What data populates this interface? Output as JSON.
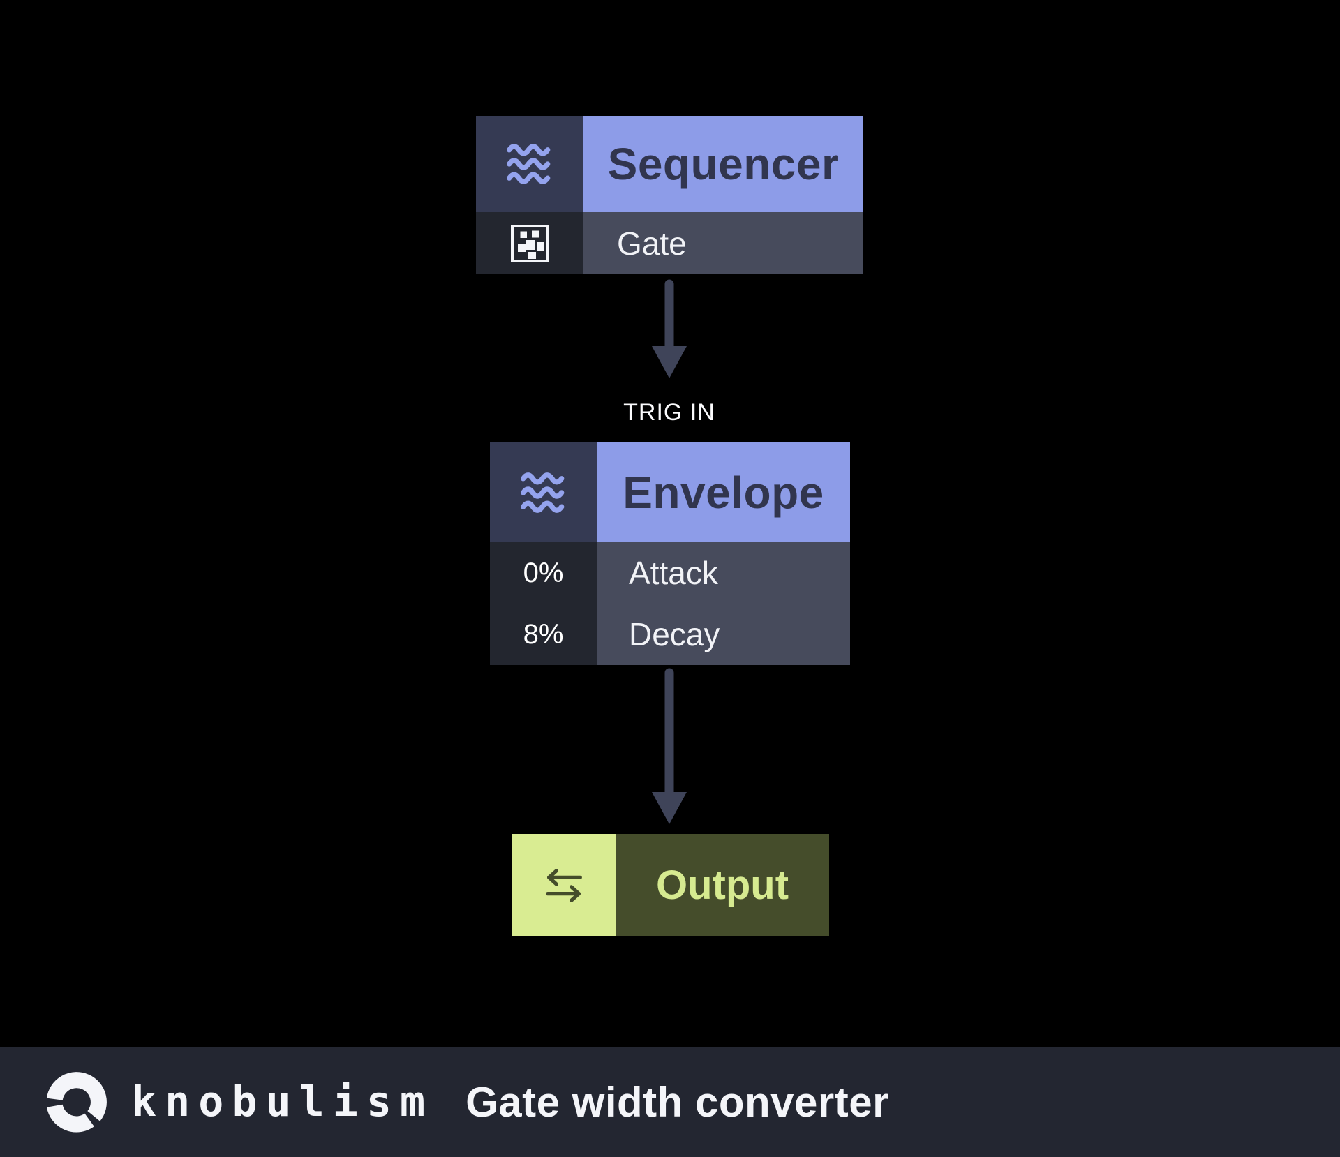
{
  "app": {
    "brand": "knobulism",
    "page_title": "Gate width converter",
    "logo_icon": "knob-logo-icon"
  },
  "diagram": {
    "nodes": [
      {
        "id": "sequencer",
        "title": "Sequencer",
        "icon": "waves-icon",
        "ports": [
          {
            "icon": "checker-pattern-icon",
            "label": "Gate"
          }
        ]
      },
      {
        "id": "envelope",
        "title": "Envelope",
        "icon": "waves-icon",
        "params": [
          {
            "value": "0%",
            "label": "Attack"
          },
          {
            "value": "8%",
            "label": "Decay"
          }
        ]
      },
      {
        "id": "output",
        "title": "Output",
        "icon": "transfer-arrows-icon"
      }
    ],
    "connections": [
      {
        "from": "Sequencer",
        "to": "Envelope",
        "label": "TRIG IN"
      },
      {
        "from": "Envelope",
        "to": "Output",
        "label": ""
      }
    ]
  },
  "colors": {
    "background": "#000000",
    "node_header": "#8d9ce8",
    "node_header_text": "#31354e",
    "node_icon_bg": "#353a53",
    "node_icon_stroke": "#94a3ee",
    "row_bg": "#474b5c",
    "row_text": "#f2f3f7",
    "value_cell_bg": "#23262f",
    "arrow": "#3f4459",
    "connection_label_text": "#fbfbfd",
    "output_accent": "#d9ec92",
    "output_bg": "#454d2b",
    "output_text": "#d6ea90",
    "footer_bg": "#232631",
    "footer_text": "#f4f5f9"
  }
}
